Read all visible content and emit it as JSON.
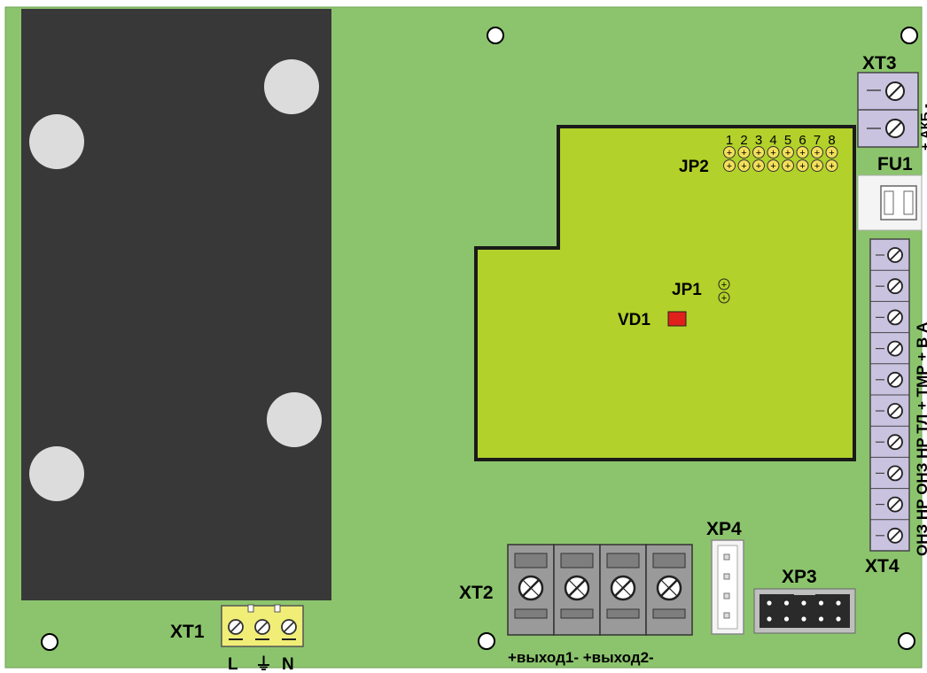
{
  "colors": {
    "board": "#8cc46d",
    "transformer": "#383838",
    "module": "#b2d12a",
    "led": "#e0201a",
    "terminal_grey": "#9a9a9a",
    "terminal_lilac": "#c9c3e0",
    "terminal_yellow": "#f1ee78",
    "hole": "#dcdcdc"
  },
  "labels": {
    "xt1": "XT1",
    "xt2": "XT2",
    "xt3": "XT3",
    "xt4": "XT4",
    "xp3": "XP3",
    "xp4": "XP4",
    "fu1": "FU1",
    "jp1": "JP1",
    "jp2": "JP2",
    "vd1": "VD1"
  },
  "xt1_pins": [
    "L",
    "⏚",
    "N"
  ],
  "xt2_pins": "+выход1- +выход2-",
  "xt3_pins": "+ АКБ -",
  "xt4_pins": "ОНЗ НР ОНЗ НР ТЛ + ТМР + В А",
  "jp2_numbers": [
    "1",
    "2",
    "3",
    "4",
    "5",
    "6",
    "7",
    "8"
  ],
  "icons": {
    "screw": "screw-terminal-icon",
    "hole": "mounting-hole-icon"
  }
}
